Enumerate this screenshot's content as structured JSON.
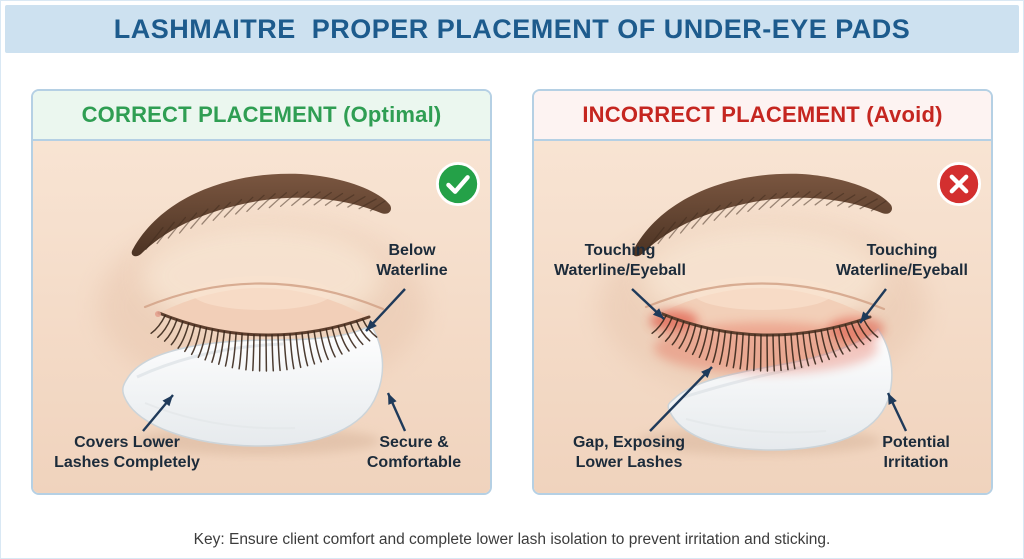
{
  "header": {
    "title": "LASHMAITRE  PROPER PLACEMENT OF UNDER-EYE PADS"
  },
  "panels": {
    "correct": {
      "title": "CORRECT PLACEMENT (Optimal)",
      "status_icon": "check-circle",
      "labels": {
        "below_waterline": "Below\nWaterline",
        "covers_lower_lashes": "Covers Lower\nLashes Completely",
        "secure_comfortable": "Secure &\nComfortable"
      }
    },
    "incorrect": {
      "title": "INCORRECT PLACEMENT (Avoid)",
      "status_icon": "cross-circle",
      "labels": {
        "touching_left": "Touching\nWaterline/Eyeball",
        "touching_right": "Touching\nWaterline/Eyeball",
        "gap_exposing": "Gap, Exposing\nLower Lashes",
        "potential_irritation": "Potential\nIrritation"
      }
    }
  },
  "footer": {
    "text": "Key: Ensure client comfort and complete lower lash isolation to prevent irritation and sticking."
  },
  "colors": {
    "header_text": "#1d5b8d",
    "correct_green": "#2f9e53",
    "incorrect_red": "#c52620",
    "arrow_navy": "#1f3a5a",
    "check_green": "#24a148",
    "cross_red": "#d32f2f"
  }
}
